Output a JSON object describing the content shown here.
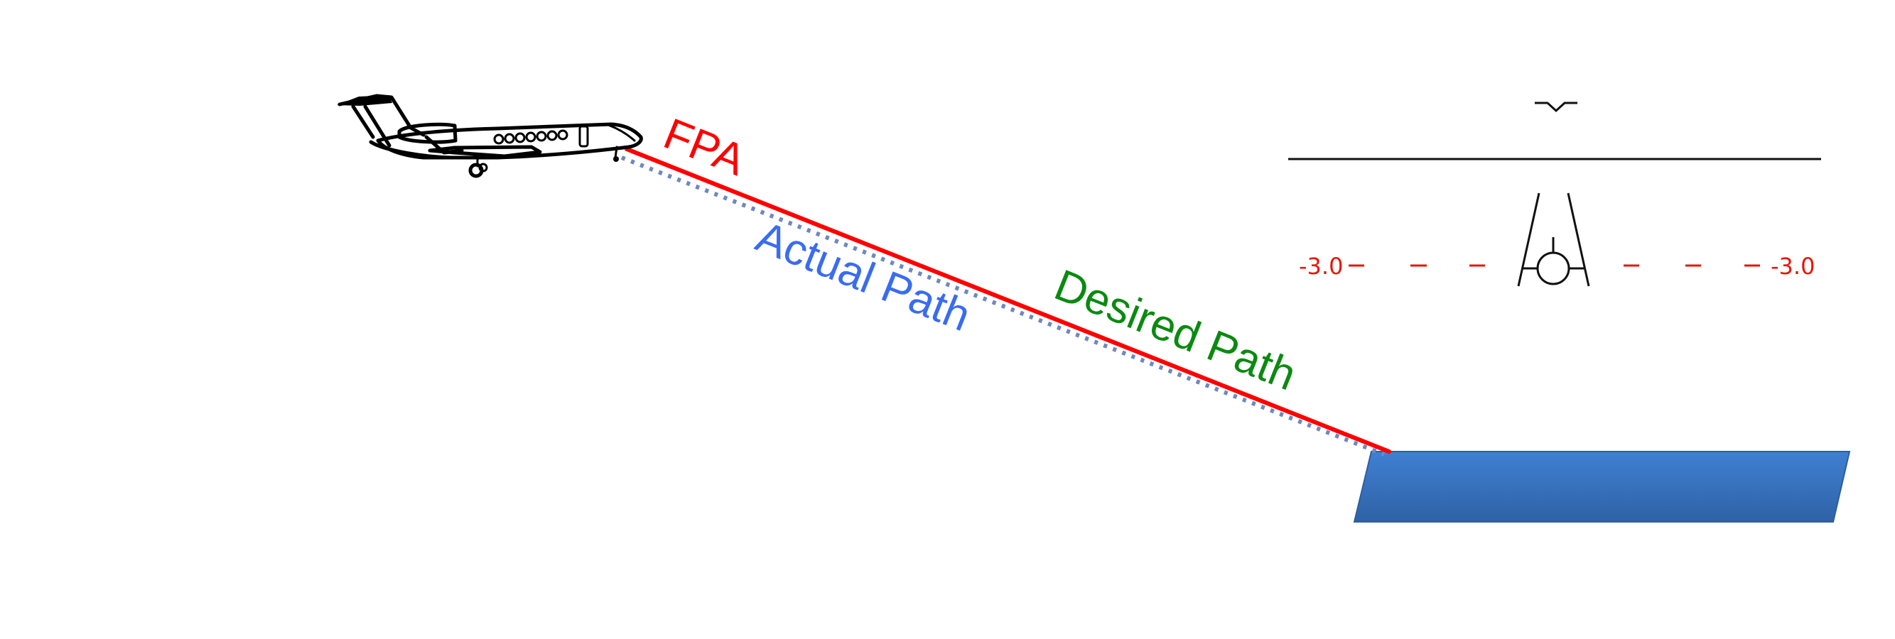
{
  "labels": {
    "fpa": "FPA",
    "actual_path": "Actual Path",
    "desired_path": "Desired Path"
  },
  "display": {
    "pitch_left": "-3.0",
    "pitch_right": "-3.0"
  },
  "colors": {
    "fpa": "#ff0000",
    "actual_path": "#3a6cf0",
    "desired_path": "#0a8a10",
    "pitch_ladder": "#e8140a",
    "runway": "#3a78c8"
  },
  "icons": {
    "aircraft": "business-jet-icon",
    "flight_path_marker": "flight-path-vector-icon",
    "aircraft_symbol": "aircraft-reference-icon"
  }
}
